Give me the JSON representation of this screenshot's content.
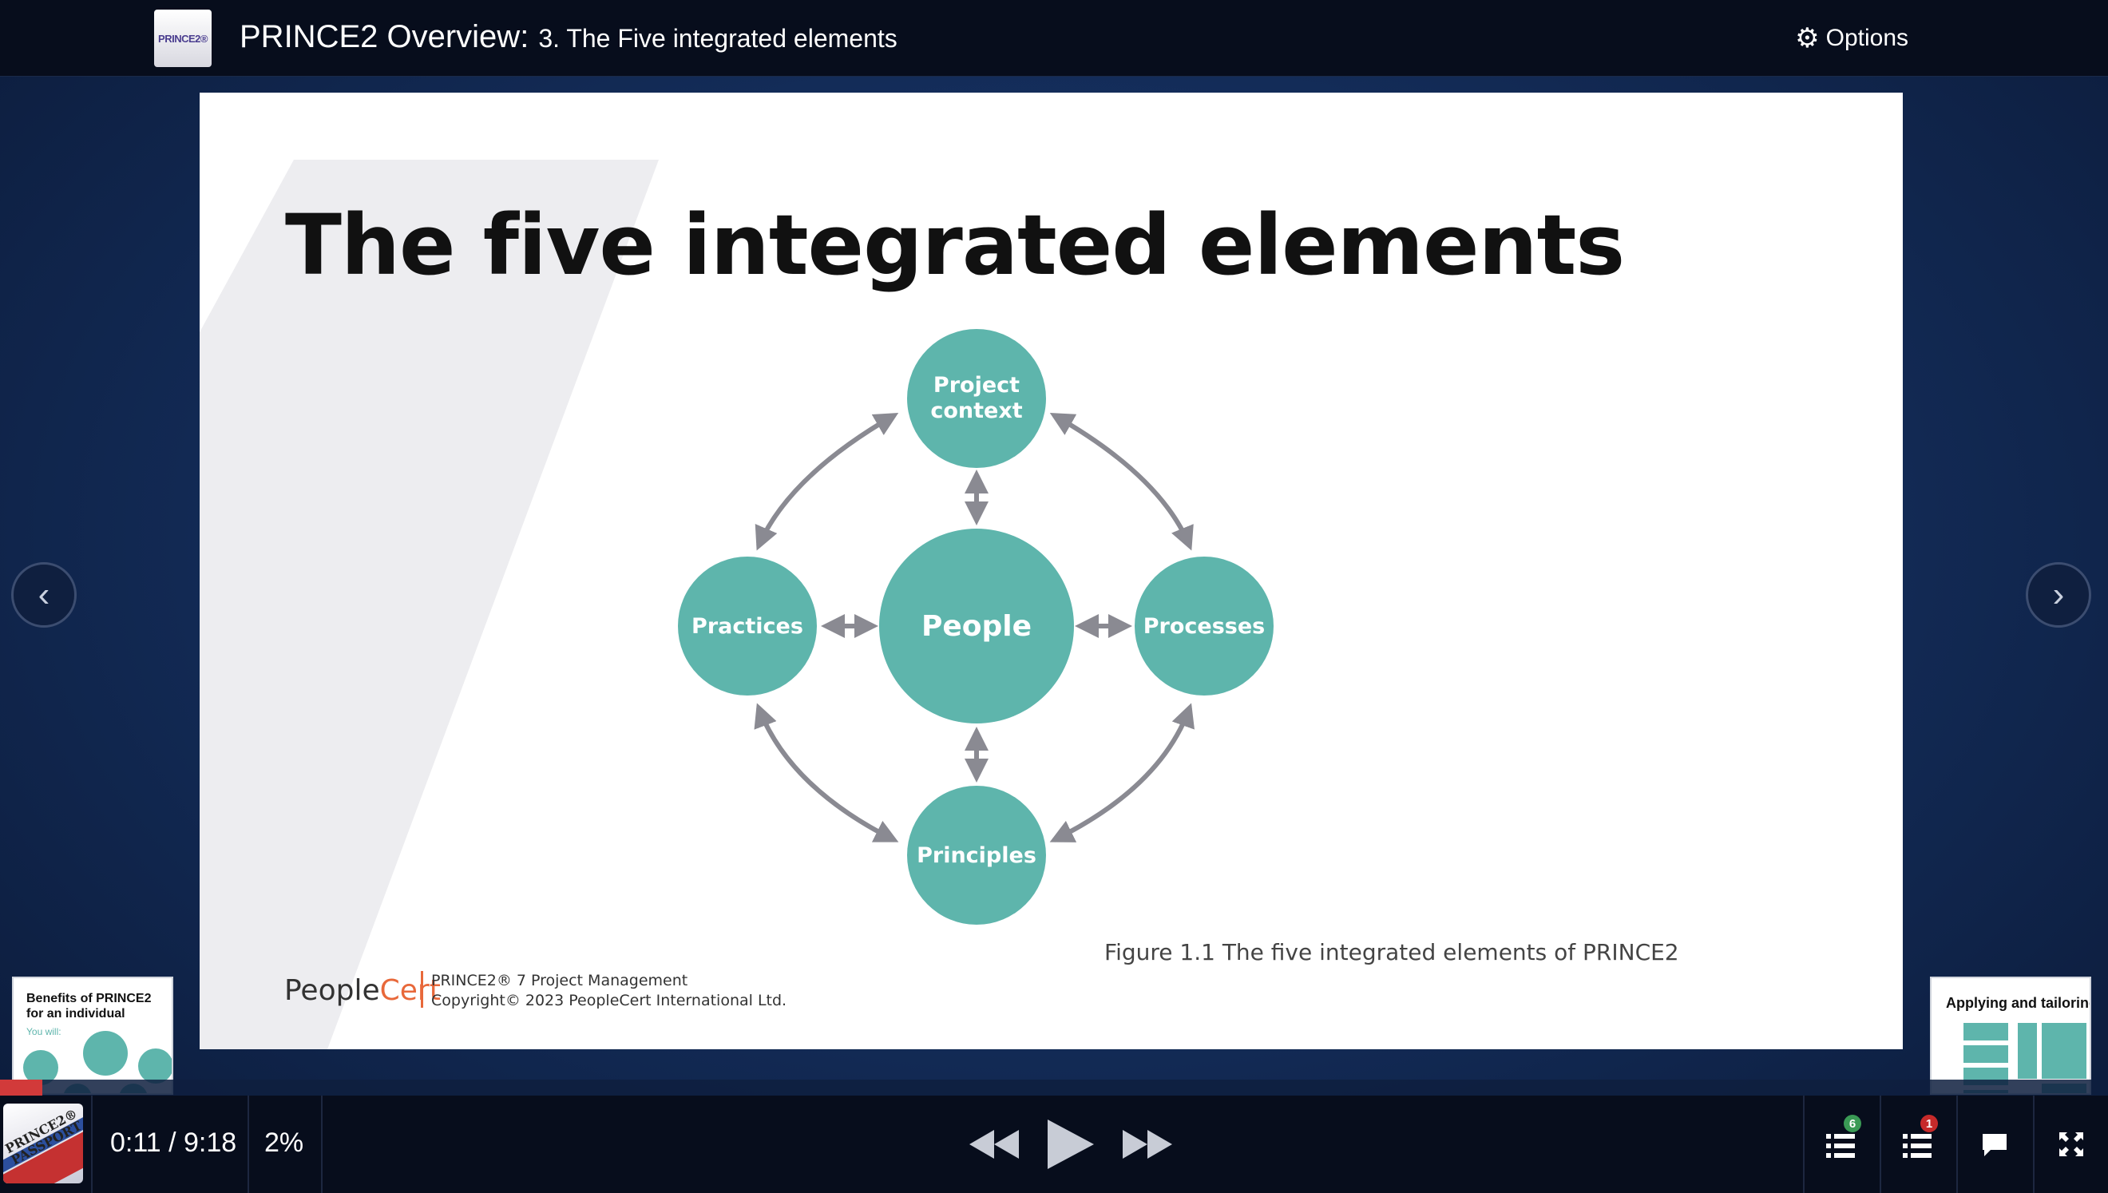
{
  "header": {
    "logo_text": "PRINCE2®",
    "course_title": "PRINCE2 Overview:",
    "lesson_title": "3. The Five integrated elements",
    "options_label": "Options"
  },
  "slide": {
    "title": "The five integrated elements",
    "nodes": {
      "top_line1": "Project",
      "top_line2": "context",
      "center": "People",
      "left": "Practices",
      "right": "Processes",
      "bottom": "Principles"
    },
    "caption": "Figure 1.1 The five integrated elements of PRINCE2",
    "footer_brand_people": "People",
    "footer_brand_cert": "Cert",
    "footer_line1": "PRINCE2® 7 Project Management",
    "footer_line2": "Copyright© 2023 PeopleCert International Ltd.",
    "colors": {
      "node": "#5eb5ac",
      "arrow": "#8a8a92",
      "shape": "#ededf0"
    }
  },
  "nav": {
    "prev_icon": "chevron-left-icon",
    "next_icon": "chevron-right-icon"
  },
  "thumbnails": {
    "prev_title": "Benefits of PRINCE2 for an individual",
    "prev_subtitle": "You will:",
    "next_title": "Applying and tailoring"
  },
  "player": {
    "brand_text": "PRINCE2® PASSPORT",
    "time": "0:11 / 9:18",
    "progress_percent": "2%",
    "progress_fraction": 0.02,
    "contents_badge": "6",
    "notes_badge": "1",
    "colors": {
      "badge_green": "#3a9a55",
      "badge_red": "#c62a2a",
      "progress": "#d23a3a"
    }
  }
}
